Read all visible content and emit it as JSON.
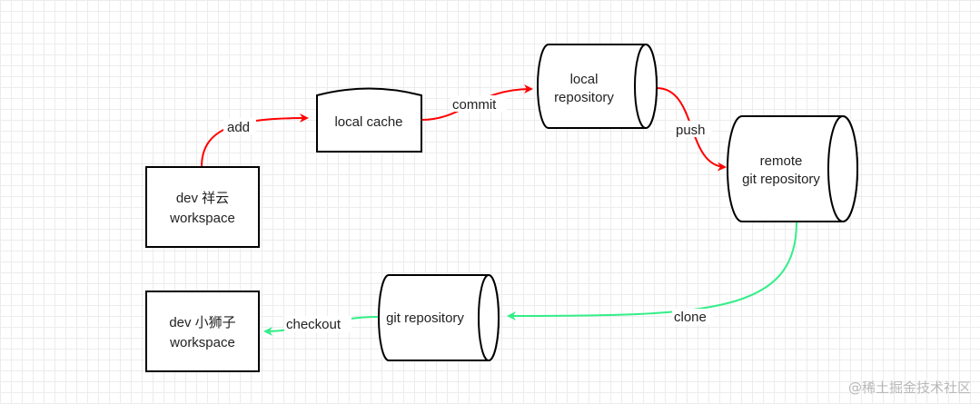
{
  "nodes": {
    "workspace_xiangyun": {
      "line1": "dev  祥云",
      "line2": "workspace"
    },
    "local_cache": {
      "label": "local cache"
    },
    "local_repository": {
      "line1": "local",
      "line2": "repository"
    },
    "remote_repository": {
      "line1": "remote",
      "line2": "git repository"
    },
    "git_repository": {
      "label": "git repository"
    },
    "workspace_xiaoshizi": {
      "line1": "dev  小狮子",
      "line2": "workspace"
    }
  },
  "edges": {
    "add": "add",
    "commit": "commit",
    "push": "push",
    "clone": "clone",
    "checkout": "checkout"
  },
  "colors": {
    "red_edge": "#ff0000",
    "green_edge": "#33ee88",
    "stroke": "#000000"
  },
  "watermark": "@稀土掘金技术社区"
}
